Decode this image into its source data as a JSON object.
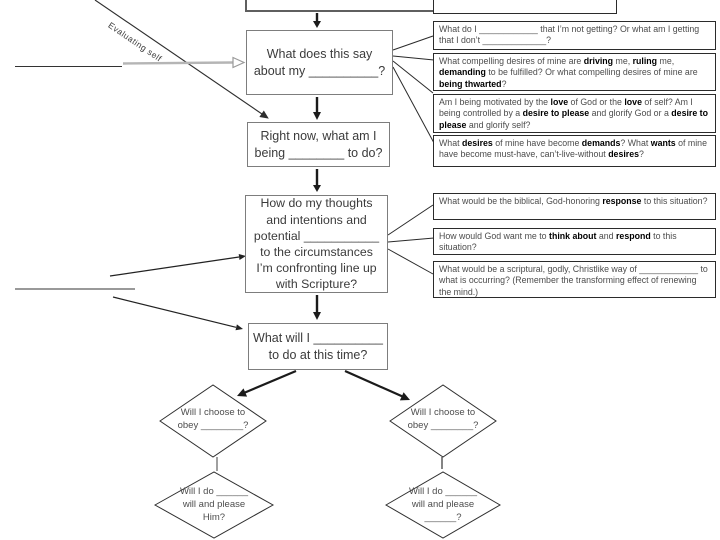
{
  "colors": {
    "main_box_border": "#7d7d7d",
    "question_box_border": "#2b2b2b",
    "arrow": "#1b1b1b",
    "gray_arrow_line": "#b5b5b5",
    "gray_arrow_outline": "#9a9a9a",
    "text": "#3b3b3b"
  },
  "decorations": {
    "evaluating_self_label": "Evaluating self"
  },
  "main_flow": {
    "boxes": [
      {
        "lines": [
          "What does this say",
          "about my __________?"
        ]
      },
      {
        "lines": [
          "Right now, what am I",
          "being ________ to do?"
        ]
      },
      {
        "lines": [
          "How do my thoughts",
          "and intentions and",
          "potential ___________",
          "to the circumstances",
          "I’m confronting line up",
          "with Scripture?"
        ]
      },
      {
        "lines": [
          "What will I __________",
          "to do at this time?"
        ]
      }
    ]
  },
  "right_boxes": [
    {
      "segments": [
        [
          "n",
          "What do I ____________ that I’m not getting? Or what am I getting that I don’t _____________?"
        ]
      ]
    },
    {
      "segments": [
        [
          "n",
          "What compelling desires of mine are "
        ],
        [
          "b",
          "driving"
        ],
        [
          "n",
          " me, "
        ],
        [
          "b",
          "ruling"
        ],
        [
          "n",
          " me, "
        ],
        [
          "b",
          "demanding"
        ],
        [
          "n",
          " to be fulfilled? Or what compelling desires of mine are "
        ],
        [
          "b",
          "being thwarted"
        ],
        [
          "n",
          "?"
        ]
      ]
    },
    {
      "segments": [
        [
          "n",
          "Am I being motivated by the "
        ],
        [
          "b",
          "love"
        ],
        [
          "n",
          " of God or the "
        ],
        [
          "b",
          "love"
        ],
        [
          "n",
          " of self? Am I being controlled by a "
        ],
        [
          "b",
          "desire to please"
        ],
        [
          "n",
          " and glorify God or a "
        ],
        [
          "b",
          "desire to please"
        ],
        [
          "n",
          " and glorify self?"
        ]
      ]
    },
    {
      "segments": [
        [
          "n",
          "What "
        ],
        [
          "b",
          "desires"
        ],
        [
          "n",
          " of mine have become "
        ],
        [
          "b",
          "demands"
        ],
        [
          "n",
          "? What "
        ],
        [
          "b",
          "wants"
        ],
        [
          "n",
          " of mine have become must-have, can’t-live-without "
        ],
        [
          "b",
          "desires"
        ],
        [
          "n",
          "?"
        ]
      ]
    },
    {
      "segments": [
        [
          "n",
          "What would be the biblical, God-honoring "
        ],
        [
          "b",
          "response"
        ],
        [
          "n",
          " to this situation?"
        ]
      ]
    },
    {
      "segments": [
        [
          "n",
          "How would God want me to "
        ],
        [
          "b",
          "think about"
        ],
        [
          "n",
          " and "
        ],
        [
          "b",
          "respond"
        ],
        [
          "n",
          " to this situation?"
        ]
      ]
    },
    {
      "segments": [
        [
          "n",
          "What would be a scriptural, godly, Christlike way of ____________ to what is occurring? (Remember the transforming effect of renewing the mind.)"
        ]
      ]
    }
  ],
  "diamonds": [
    {
      "lines": [
        "Will I choose to",
        "obey ________?"
      ]
    },
    {
      "lines": [
        "Will I do ______",
        "will and please",
        "Him?"
      ]
    },
    {
      "lines": [
        "Will I choose to",
        "obey ________?"
      ]
    },
    {
      "lines": [
        "Will I do ______",
        "will and please",
        "______?"
      ]
    }
  ]
}
